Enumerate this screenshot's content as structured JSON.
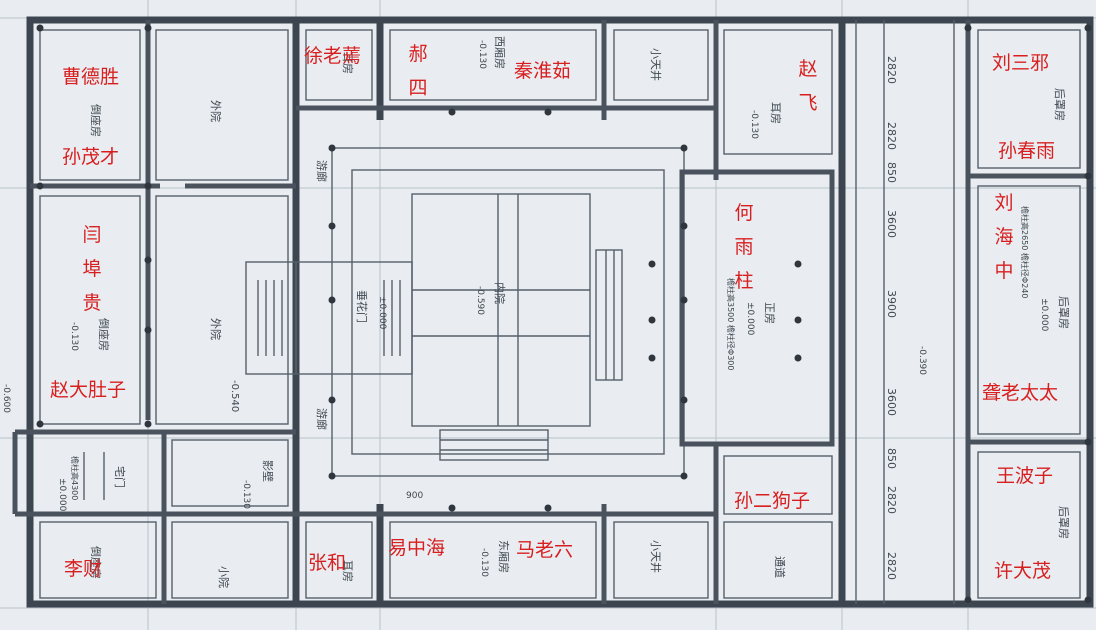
{
  "palette": {
    "background": "#e9edf1",
    "wall": "#3d4650",
    "resident_text": "#d81f1f"
  },
  "architecture": {
    "rooms": {
      "outer_court_top": "外院",
      "outer_court_mid": "外院",
      "small_court": "小院",
      "inner_court": "内院",
      "inner_court_elev": "-0.590",
      "chuihua_gate": "垂花门",
      "chuihua_elev": "±0.000",
      "main_house": "正房",
      "main_house_elev": "±0.000",
      "main_house_note": "檐柱高3500 檐柱径Φ300",
      "south_east_room": "东厢房",
      "south_east_elev": "-0.130",
      "north_west_room": "西厢房",
      "north_west_elev": "-0.130",
      "ear_room_ne": "耳房",
      "ear_room_ne_elev": "-0.130",
      "ear_room_nw": "耳房",
      "ear_room_sw": "耳房",
      "small_patio_top": "小天井",
      "small_patio_bottom": "小天井",
      "back_row_room_1": "后罩房",
      "back_row_room_2": "后罩房",
      "back_row_room_2_elev": "±0.000",
      "back_row_room_3": "后罩房",
      "back_row_room_note": "檐柱高2650 檐柱径Φ240",
      "daozuo_1": "倒座房",
      "daozuo_2": "倒座房",
      "daozuo_2_elev": "-0.130",
      "daozuo_3": "倒座房",
      "gate": "宅门",
      "gate_elev": "±0.000",
      "gate_note": "檐柱高4300",
      "screen_wall": "影壁",
      "corridor_1": "游廊",
      "corridor_2": "游廊",
      "passage": "通道",
      "outer_elev": "-0.540",
      "court_elev_2": "-0.130",
      "east_passage_elev": "-0.390",
      "left_margin_elev": "-0.600",
      "bottom_note": "900"
    },
    "dimensions": [
      "2820",
      "2820",
      "850",
      "3600",
      "3900",
      "3600",
      "850",
      "2820",
      "2820"
    ]
  },
  "residents": {
    "cao_desheng": "曹德胜",
    "sun_maocai": "孙茂才",
    "yan_fugui": [
      "闫",
      "埠",
      "贵"
    ],
    "zhao_daduzi": "赵大肚子",
    "li_cai": "李财",
    "xu_laoyan": "徐老蔫",
    "hao_si": [
      "郝",
      "四"
    ],
    "qin_huairu": "秦淮茹",
    "zhao_fei": [
      "赵",
      "飞"
    ],
    "he_yuzhu": [
      "何",
      "雨",
      "柱"
    ],
    "sun_ergouzi": "孙二狗子",
    "zhang_he": "张和",
    "yi_zhonghai": "易中海",
    "ma_laoliu": "马老六",
    "liu_sanxie": "刘三邪",
    "sun_chunyu": "孙春雨",
    "liu_haizhong": [
      "刘",
      "海",
      "中"
    ],
    "long_laotaitai": "聋老太太",
    "wang_bozi": "王波子",
    "xu_damao": "许大茂"
  }
}
